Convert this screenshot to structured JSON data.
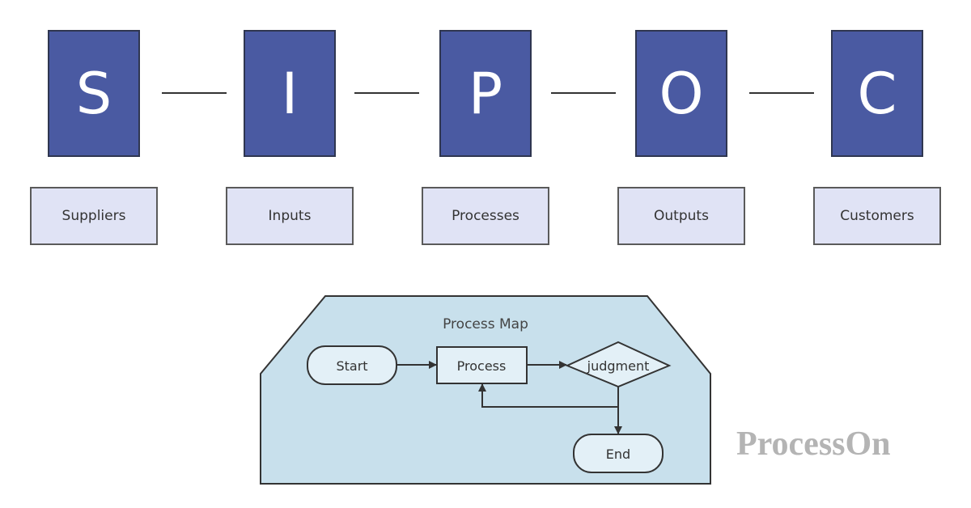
{
  "sipoc": [
    {
      "letter": "S",
      "label": "Suppliers"
    },
    {
      "letter": "I",
      "label": "Inputs"
    },
    {
      "letter": "P",
      "label": "Processes"
    },
    {
      "letter": "O",
      "label": "Outputs"
    },
    {
      "letter": "C",
      "label": "Customers"
    }
  ],
  "process_map": {
    "title": "Process Map",
    "nodes": {
      "start": "Start",
      "process": "Process",
      "judgment": "judgment",
      "end": "End"
    }
  },
  "watermark": "ProcessOn",
  "colors": {
    "letter_box": "#4a5aa2",
    "label_box": "#e0e3f5",
    "map_bg": "#c8e0ec"
  }
}
